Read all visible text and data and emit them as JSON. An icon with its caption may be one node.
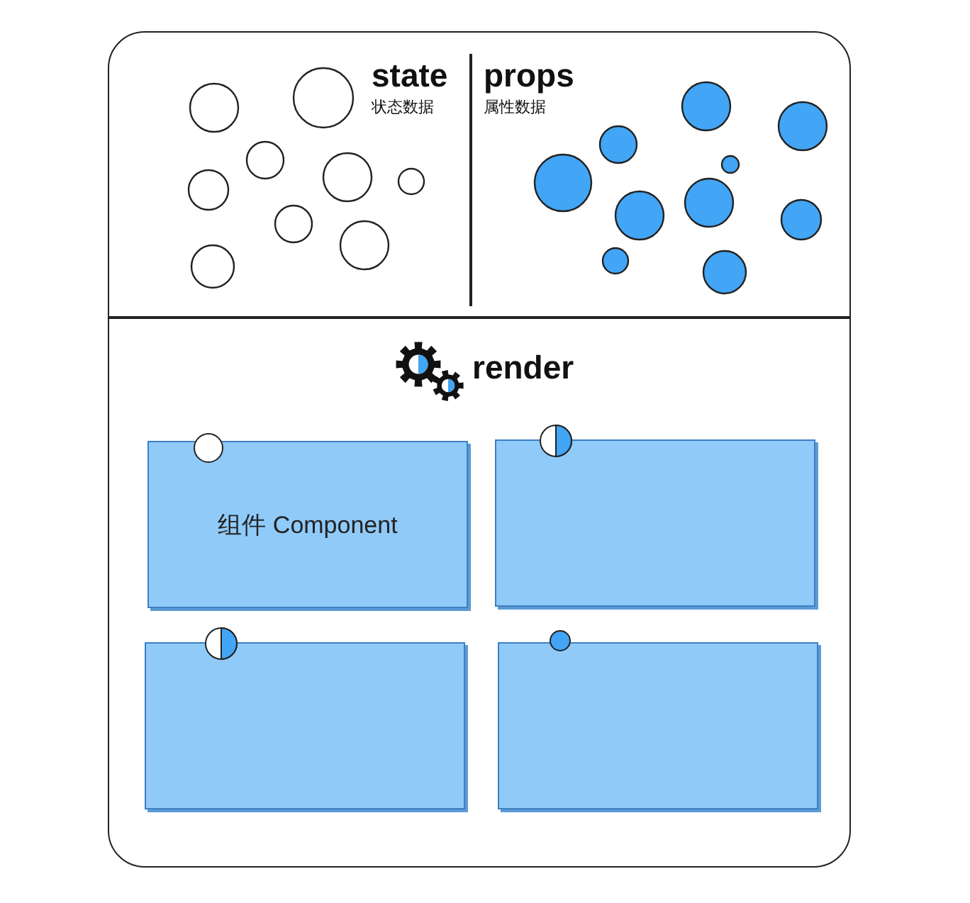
{
  "diagram": {
    "nodes": [
      {
        "text": [
          "组件 Component"
        ]
      },
      {
        "text": [],
        "shape": "box"
      },
      {
        "text": [],
        "shape": "box"
      },
      {
        "text": [],
        "shape": "box"
      }
    ],
    "labels": [
      "state",
      "状态数据",
      "props",
      "属性数据",
      "render"
    ]
  }
}
